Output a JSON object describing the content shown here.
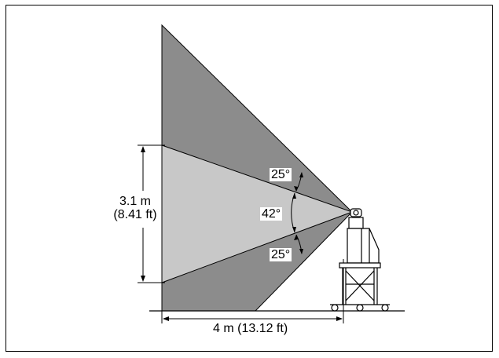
{
  "diagram": {
    "height_label": {
      "metric": "3.1 m",
      "imperial": "(8.41 ft)"
    },
    "distance_label": "4 m (13.12 ft)",
    "angles": {
      "upper": "25°",
      "middle": "42°",
      "lower": "25°"
    },
    "colors": {
      "outer_zone": "#8c8c8c",
      "inner_zone": "#c8c8c8",
      "line": "#000000",
      "background": "#ffffff"
    },
    "icons": [
      "camera-on-stand-icon"
    ]
  }
}
